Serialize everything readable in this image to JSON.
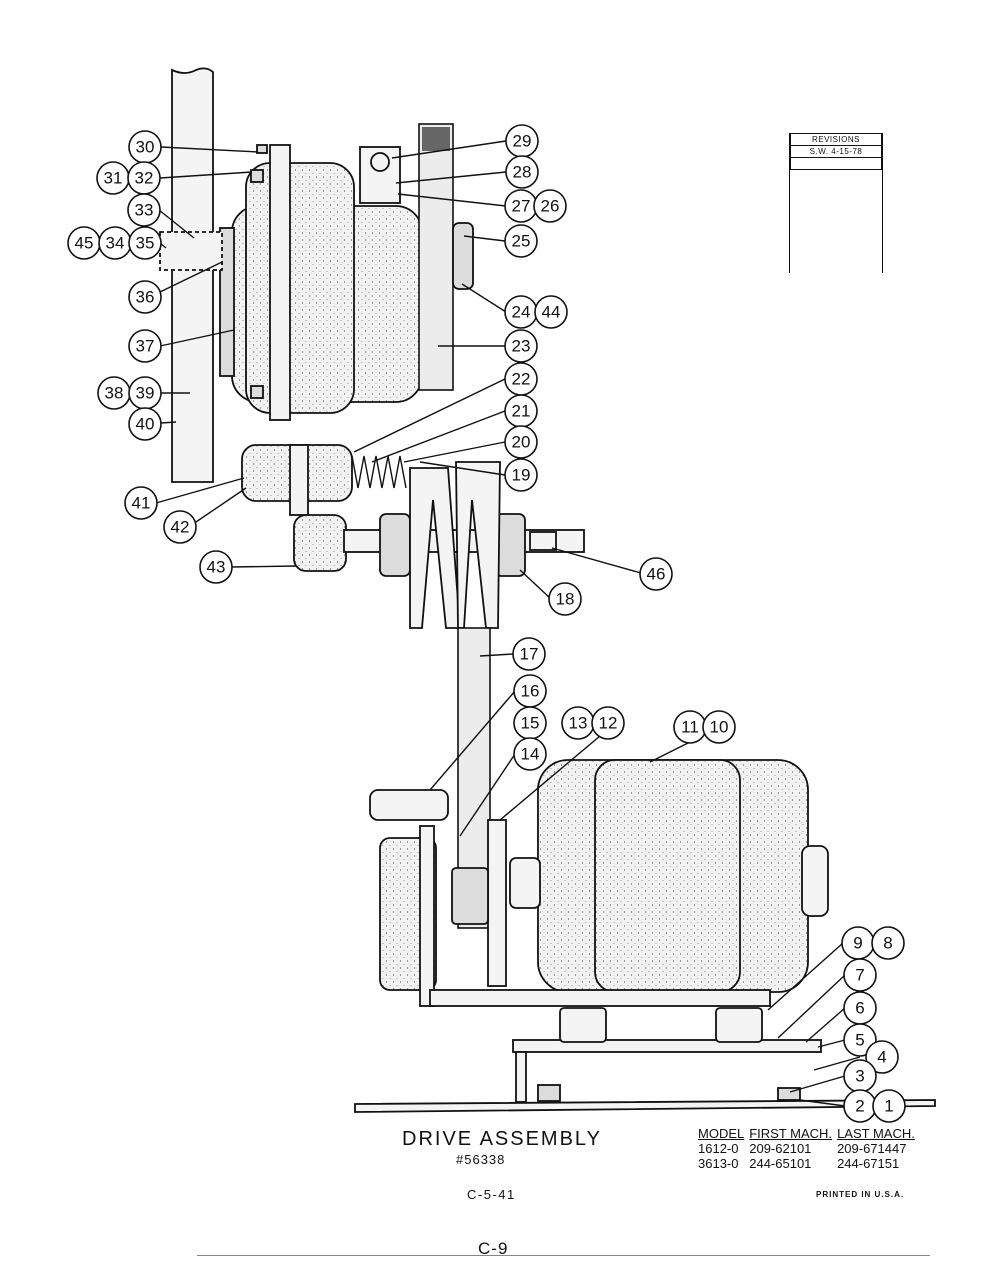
{
  "revisions": {
    "header": "REVISIONS",
    "entry": "S.W. 4-15-78"
  },
  "title": "DRIVE ASSEMBLY",
  "part_number": "#56338",
  "drawing_code": "C-5-41",
  "printed": "PRINTED IN U.S.A.",
  "page_number": "C-9",
  "model_table": {
    "headers": [
      "MODEL",
      "FIRST MACH.",
      "LAST MACH."
    ],
    "rows": [
      [
        "1612-0",
        "209-62101",
        "209-671447"
      ],
      [
        "3613-0",
        "244-65101",
        "244-67151"
      ]
    ]
  },
  "callouts": [
    "1",
    "2",
    "3",
    "4",
    "5",
    "6",
    "7",
    "8",
    "9",
    "10",
    "11",
    "12",
    "13",
    "14",
    "15",
    "16",
    "17",
    "18",
    "19",
    "20",
    "21",
    "22",
    "23",
    "24",
    "25",
    "26",
    "27",
    "28",
    "29",
    "30",
    "31",
    "32",
    "33",
    "34",
    "35",
    "36",
    "37",
    "38",
    "39",
    "40",
    "41",
    "42",
    "43",
    "44",
    "45",
    "46"
  ]
}
